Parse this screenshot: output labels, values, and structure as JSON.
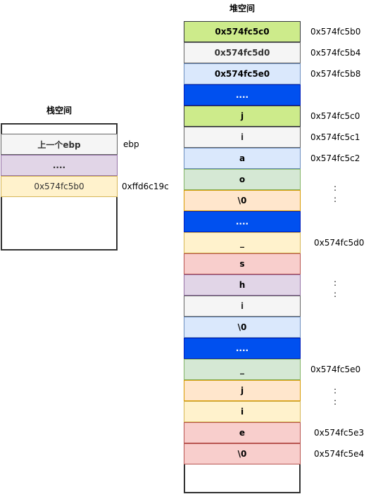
{
  "stack": {
    "title": "栈空间",
    "cells": [
      {
        "label": "上一个ebp",
        "bold": true,
        "bg": "#f5f5f5",
        "border": "#666666",
        "addr": "ebp"
      },
      {
        "label": "....",
        "bold": true,
        "bg": "#e1d5e7",
        "border": "#9673a6",
        "addr": ""
      },
      {
        "label": "0x574fc5b0",
        "bold": false,
        "bg": "#fff2cc",
        "border": "#d6b656",
        "addr": "0xffd6c19c"
      }
    ]
  },
  "heap": {
    "title": "堆空间",
    "cells": [
      {
        "label": "0x574fc5c0",
        "bg": "#cdeb8b",
        "border": "#36393d",
        "fg": "#000000",
        "addr": "0x574fc5b0"
      },
      {
        "label": "0x574fc5d0",
        "bg": "#f5f5f5",
        "border": "#666666",
        "fg": "#333333",
        "addr": "0x574fc5b4"
      },
      {
        "label": "0x574fc5e0",
        "bg": "#dae8fc",
        "border": "#6c8ebf",
        "fg": "#000000",
        "addr": "0x574fc5b8"
      },
      {
        "label": "....",
        "bg": "#0050ef",
        "border": "#001dbc",
        "fg": "#ffffff",
        "addr": ""
      },
      {
        "label": "j",
        "bg": "#cdeb8b",
        "border": "#36393d",
        "fg": "#000000",
        "addr": "0x574fc5c0"
      },
      {
        "label": "i",
        "bg": "#f5f5f5",
        "border": "#666666",
        "fg": "#333333",
        "addr": "0x574fc5c1"
      },
      {
        "label": "a",
        "bg": "#dae8fc",
        "border": "#6c8ebf",
        "fg": "#000000",
        "addr": "0x574fc5c2"
      },
      {
        "label": "o",
        "bg": "#d5e8d4",
        "border": "#82b366",
        "fg": "#000000",
        "addr": ""
      },
      {
        "label": "\\0",
        "bg": "#ffe6cc",
        "border": "#d79b00",
        "fg": "#000000",
        "addr": ""
      },
      {
        "label": "....",
        "bg": "#0050ef",
        "border": "#001dbc",
        "fg": "#ffffff",
        "addr": ""
      },
      {
        "label": "_",
        "bg": "#fff2cc",
        "border": "#d6b656",
        "fg": "#000000",
        "addr": "0x574fc5d0"
      },
      {
        "label": "s",
        "bg": "#f8cecc",
        "border": "#b85450",
        "fg": "#000000",
        "addr": ""
      },
      {
        "label": "h",
        "bg": "#e1d5e7",
        "border": "#9673a6",
        "fg": "#000000",
        "addr": ""
      },
      {
        "label": "i",
        "bg": "#f5f5f5",
        "border": "#666666",
        "fg": "#333333",
        "addr": ""
      },
      {
        "label": "\\0",
        "bg": "#dae8fc",
        "border": "#6c8ebf",
        "fg": "#000000",
        "addr": ""
      },
      {
        "label": "....",
        "bg": "#0050ef",
        "border": "#001dbc",
        "fg": "#ffffff",
        "addr": ""
      },
      {
        "label": "_",
        "bg": "#d5e8d4",
        "border": "#82b366",
        "fg": "#000000",
        "addr": "0x574fc5e0"
      },
      {
        "label": "j",
        "bg": "#ffe6cc",
        "border": "#d79b00",
        "fg": "#000000",
        "addr": ""
      },
      {
        "label": "i",
        "bg": "#fff2cc",
        "border": "#d6b656",
        "fg": "#000000",
        "addr": ""
      },
      {
        "label": "e",
        "bg": "#f8cecc",
        "border": "#b85450",
        "fg": "#000000",
        "addr": "0x574fc5e3"
      },
      {
        "label": "\\0",
        "bg": "#f8cecc",
        "border": "#b85450",
        "fg": "#000000",
        "addr": "0x574fc5e4"
      }
    ],
    "ellipsis": ":"
  }
}
